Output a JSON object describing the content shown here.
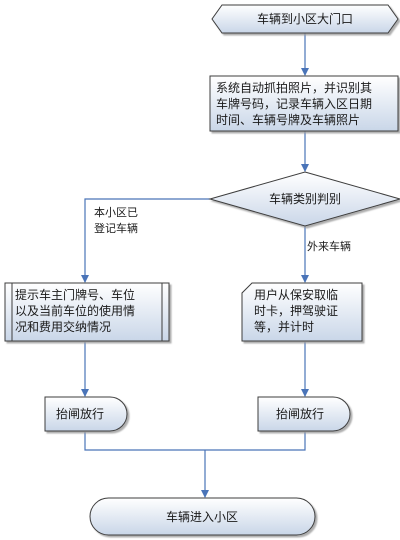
{
  "flowchart": {
    "start": "车辆到小区大门口",
    "capture": [
      "系统自动抓拍照片，并识别其",
      "车牌号码，记录车辆入区日期",
      "时间、车辆号牌及车辆照片"
    ],
    "decision": "车辆类别判别",
    "branch_resident": [
      "本小区已",
      "登记车辆"
    ],
    "branch_visitor": "外来车辆",
    "resident_action": [
      "提示车主门牌号、车位",
      "以及当前车位的使用情",
      "况和费用交纳情况"
    ],
    "visitor_action": [
      "用户从保安取临",
      "时卡，押驾驶证",
      "等，并计时"
    ],
    "release_left": "抬闸放行",
    "release_right": "抬闸放行",
    "end": "车辆进入小区"
  },
  "colors": {
    "fill_top": "#ffffff",
    "fill_bottom": "#c9d6e8",
    "stroke": "#3d3d3d",
    "arrow": "#4a74b8"
  }
}
